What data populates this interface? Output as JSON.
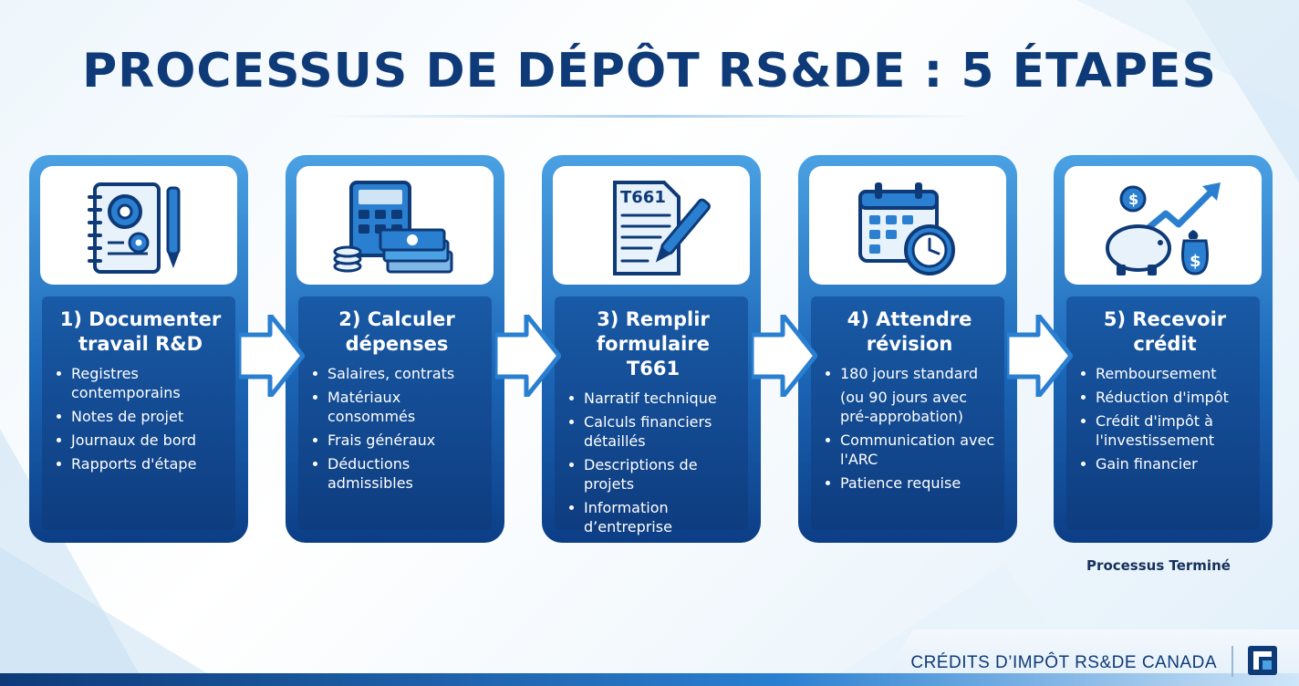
{
  "header": {
    "title": "PROCESSUS DE DÉPÔT RS&DE : 5 ÉTAPES"
  },
  "steps": [
    {
      "title_line1": "1) Documenter",
      "title_line2": "travail R&D",
      "icon": "notebook-gears-icon",
      "bullets": [
        "Registres contemporains",
        "Notes de projet",
        "Journaux de bord",
        "Rapports d'étape"
      ]
    },
    {
      "title_line1": "2) Calculer",
      "title_line2": "dépenses",
      "icon": "calculator-money-icon",
      "bullets": [
        "Salaires, contrats",
        "Matériaux consommés",
        "Frais généraux",
        "Déductions admissibles"
      ]
    },
    {
      "title_line1": "3) Remplir",
      "title_line2": "formulaire T661",
      "icon": "form-pen-icon",
      "icon_label": "T661",
      "bullets": [
        "Narratif technique",
        "Calculs financiers détaillés",
        "Descriptions de projets",
        "Information d’entreprise"
      ]
    },
    {
      "title_line1": "4) Attendre",
      "title_line2": "révision",
      "icon": "calendar-clock-icon",
      "bullets": [
        "180 jours standard",
        "(ou 90 jours avec pré-approbation)",
        "Communication avec l'ARC",
        "Patience requise"
      ]
    },
    {
      "title_line1": "5) Recevoir",
      "title_line2": "crédit",
      "icon": "piggybank-growth-icon",
      "bullets": [
        "Remboursement",
        "Réduction d'impôt",
        "Crédit d'impôt à l'investissement",
        "Gain financier"
      ]
    }
  ],
  "completion_label": "Processus Terminé",
  "footer": {
    "brand_text": "CRÉDITS D’IMPÔT RS&DE CANADA",
    "logo_icon": "brand-logo-icon"
  },
  "colors": {
    "navy": "#0e3a78",
    "blue": "#1c67b8",
    "light_blue": "#4aa1e3"
  }
}
